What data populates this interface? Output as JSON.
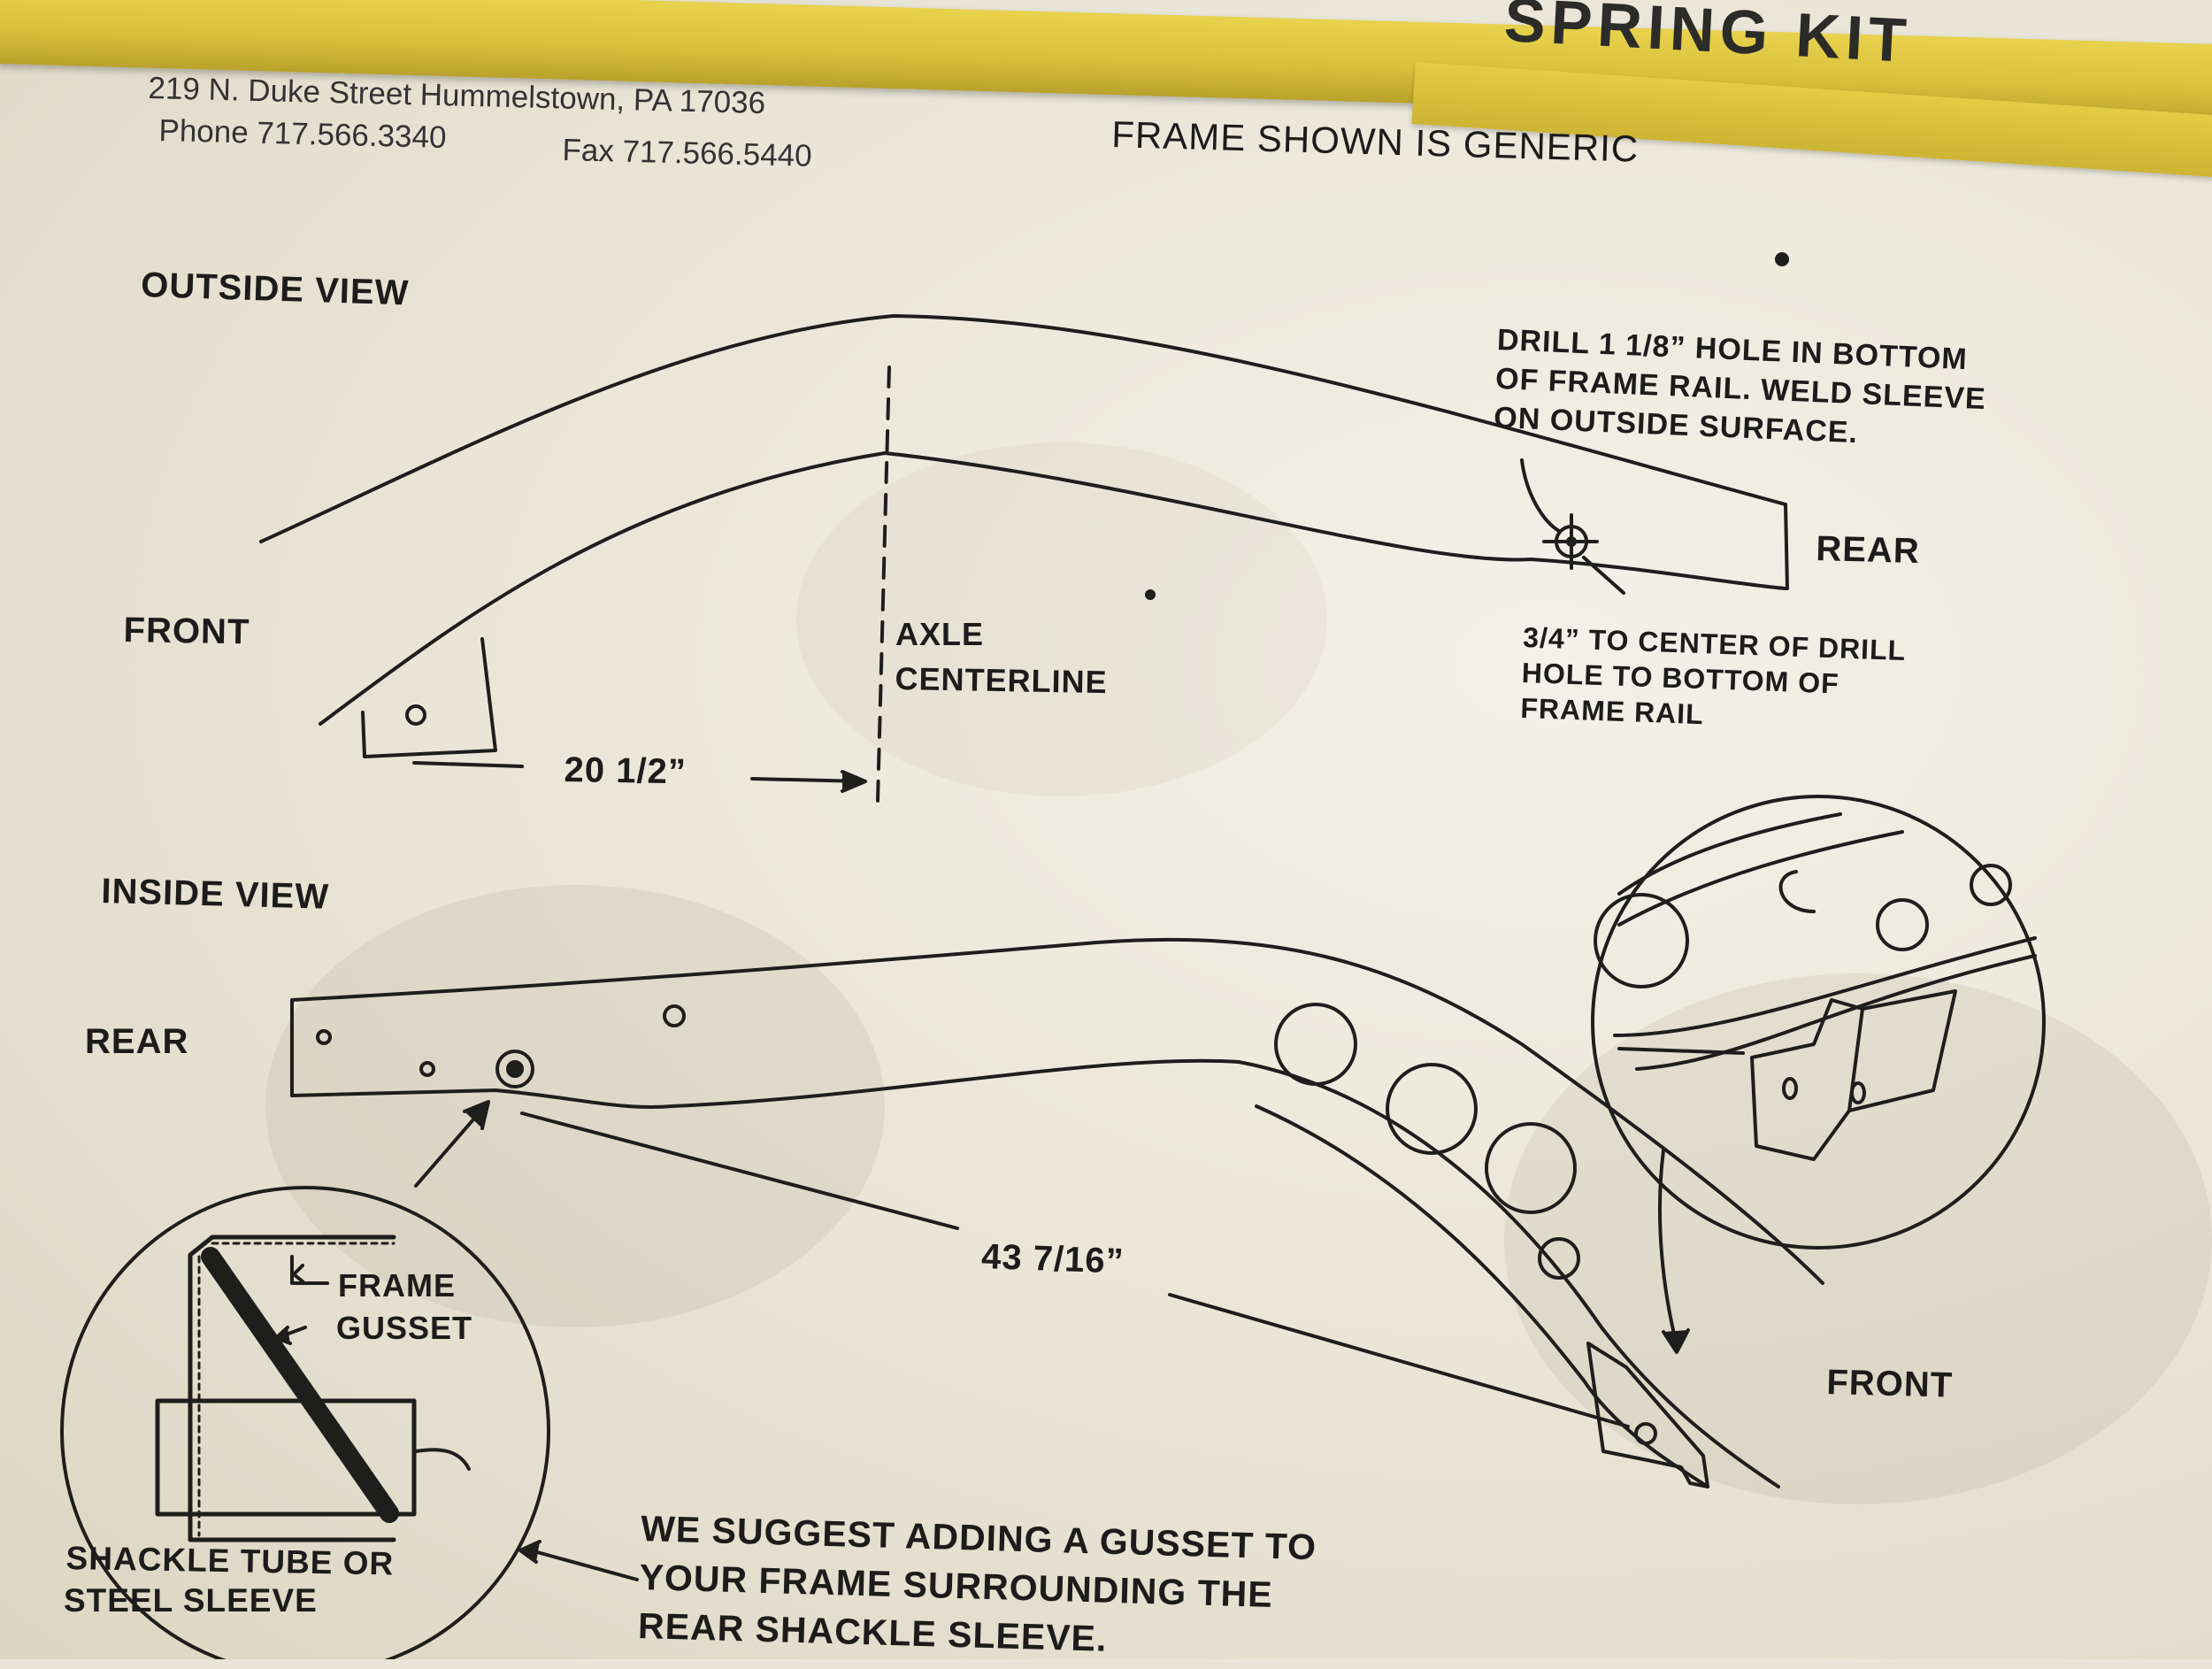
{
  "banner": {
    "title": "SPRING KIT"
  },
  "header": {
    "address": "219 N. Duke Street  Hummelstown, PA 17036",
    "phone": "Phone 717.566.3340",
    "fax": "Fax  717.566.5440",
    "generic_note": "FRAME SHOWN IS GENERIC"
  },
  "outside_view": {
    "title": "OUTSIDE VIEW",
    "front_label": "FRONT",
    "rear_label": "REAR",
    "axle_line1": "AXLE",
    "axle_line2": "CENTERLINE",
    "dimension": "20 1/2”",
    "drill_note": [
      "DRILL 1 1/8” HOLE IN BOTTOM",
      "OF FRAME RAIL. WELD SLEEVE",
      "ON OUTSIDE SURFACE."
    ],
    "center_note": [
      "3/4” TO CENTER OF DRILL",
      "HOLE TO BOTTOM OF",
      "FRAME RAIL"
    ]
  },
  "inside_view": {
    "title": "INSIDE VIEW",
    "rear_label": "REAR",
    "front_label": "FRONT",
    "dimension": "43 7/16”"
  },
  "detail": {
    "frame_label": "FRAME",
    "gusset_label": "GUSSET",
    "sleeve_line1": "SHACKLE TUBE OR",
    "sleeve_line2": "STEEL SLEEVE"
  },
  "suggestion": [
    "WE SUGGEST ADDING A GUSSET TO",
    "YOUR FRAME SURROUNDING THE",
    "REAR SHACKLE SLEEVE."
  ]
}
